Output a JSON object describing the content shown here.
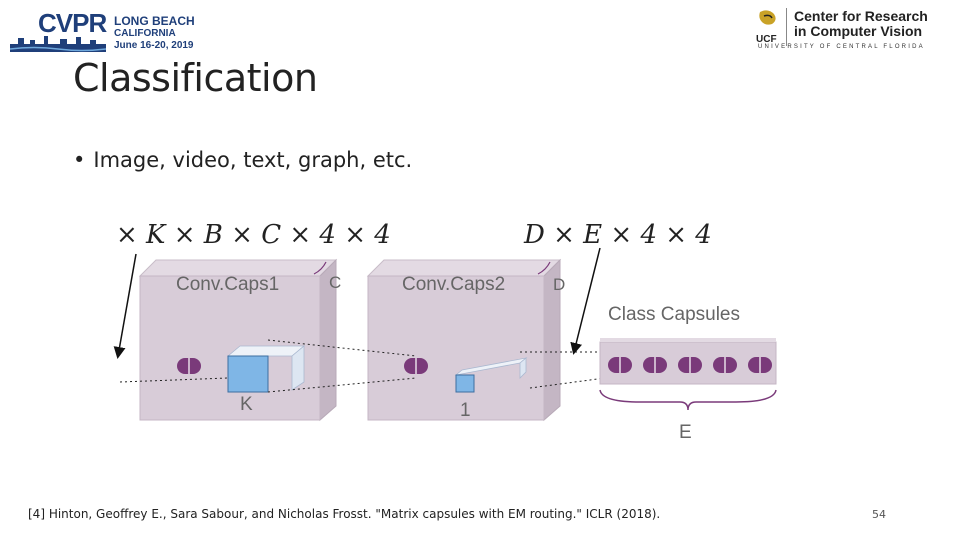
{
  "header": {
    "cvpr_logo": {
      "word": "CVPR",
      "line1": "LONG BEACH",
      "line2": "CALIFORNIA",
      "line3": "June 16-20, 2019"
    },
    "ucf_logo": {
      "line1": "Center for Research",
      "line2": "in Computer Vision",
      "sub": "UNIVERSITY OF CENTRAL FLORIDA",
      "mark": "UCF"
    }
  },
  "slide": {
    "title": "Classification",
    "bullet": "Image, video, text, graph, etc."
  },
  "diagram": {
    "formula_left": "× K × B × C × 4 × 4",
    "formula_right": "D × E × 4 × 4",
    "block1_label": "Conv.Caps1",
    "block1_depth_label": "C",
    "block1_kernel_label": "K",
    "block2_label": "Conv.Caps2",
    "block2_depth_label": "D",
    "block2_kernel_label": "1",
    "class_label": "Class Capsules",
    "class_count_label": "E",
    "colors": {
      "block": "#d8ccd8",
      "capsule": "#7a3a7a",
      "kernel": "#7fb6e6",
      "text": "#666666"
    }
  },
  "footer": {
    "citation": "[4] Hinton, Geoffrey E., Sara Sabour, and Nicholas Frosst. \"Matrix capsules with EM routing.\" ICLR (2018).",
    "page": "54"
  }
}
